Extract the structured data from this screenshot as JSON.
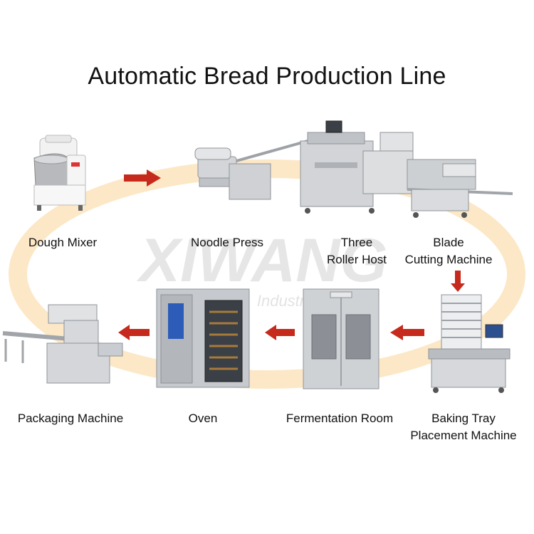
{
  "title": "Automatic Bread Production Line",
  "watermark": {
    "brand": "XIWANG",
    "sub": "Industry"
  },
  "colors": {
    "arrow": "#c62a1c",
    "ring": "#f8cf8a",
    "steel": "#c9ccd1",
    "dark_steel": "#8e9399"
  },
  "stations": {
    "dough_mixer": "Dough Mixer",
    "noodle_press": "Noodle Press",
    "three_roller_l1": "Three",
    "three_roller_l2": "Roller Host",
    "blade_l1": "Blade",
    "blade_l2": "Cutting Machine",
    "baking_tray_l1": "Baking Tray",
    "baking_tray_l2": "Placement Machine",
    "fermentation_room": "Fermentation Room",
    "oven": "Oven",
    "packaging_machine": "Packaging Machine"
  },
  "flow": [
    "Dough Mixer",
    "Noodle Press",
    "Three Roller Host",
    "Blade Cutting Machine",
    "Baking Tray Placement Machine",
    "Fermentation Room",
    "Oven",
    "Packaging Machine"
  ]
}
